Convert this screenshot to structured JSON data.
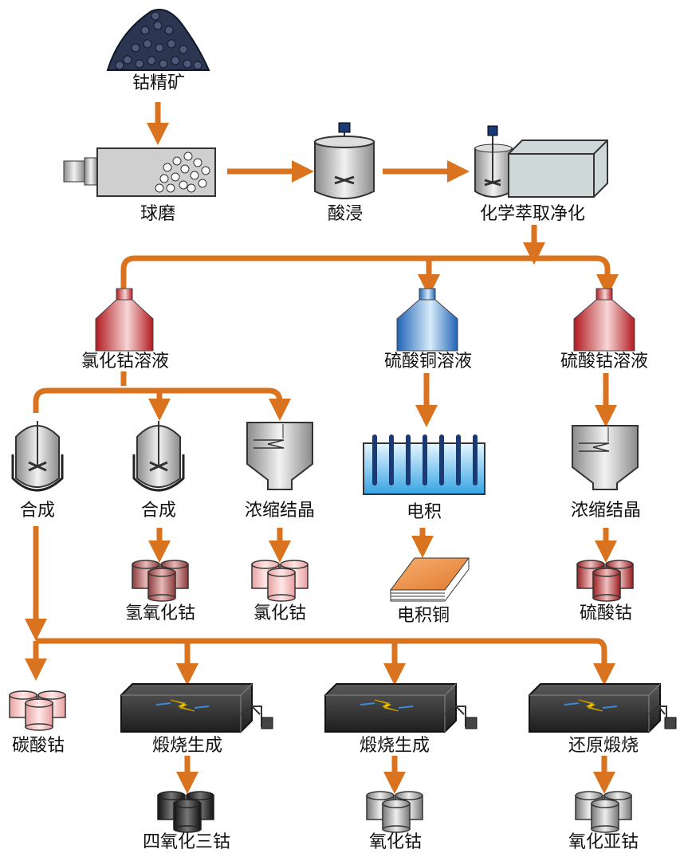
{
  "labels": {
    "cobalt_concentrate": "钴精矿",
    "ball_mill": "球磨",
    "acid_leach": "酸浸",
    "extraction": "化学萃取净化",
    "cocl2_solution": "氯化钴溶液",
    "cuso4_solution": "硫酸铜溶液",
    "coso4_solution": "硫酸钴溶液",
    "synthesis_1": "合成",
    "synthesis_2": "合成",
    "crystallize_1": "浓缩结晶",
    "electrowin": "电积",
    "crystallize_2": "浓缩结晶",
    "cobalt_hydroxide": "氢氧化钴",
    "cobalt_chloride": "氯化钴",
    "electro_copper": "电积铜",
    "cobalt_sulfate": "硫酸钴",
    "cobalt_carbonate": "碳酸钴",
    "calcine_1": "煅烧生成",
    "calcine_2": "煅烧生成",
    "reduce_calcine": "还原煅烧",
    "co3o4": "四氧化三钴",
    "cobalt_oxide": "氧化钴",
    "cobaltous_oxide": "氧化亚钴"
  },
  "colors": {
    "arrow": "#d9731f",
    "red_tank": "#c0282a",
    "blue_tank": "#2f7fc7",
    "furnace": "#3a3a3a"
  }
}
